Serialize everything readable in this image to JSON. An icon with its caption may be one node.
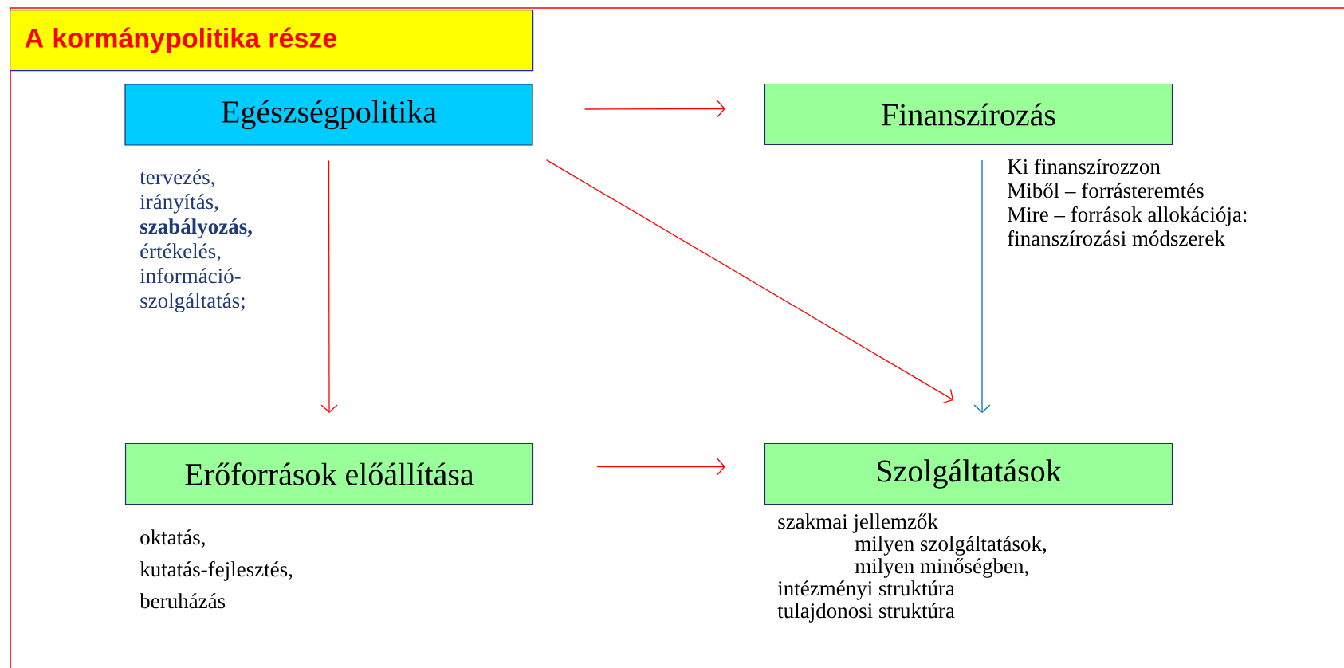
{
  "diagram": {
    "title": "A kormánypolitika része",
    "nodes": [
      {
        "text": [
          "Egészségpolitika"
        ],
        "beside": [
          "tervezés, irányítás, **szabályozás,** értékelés, információ- szolgáltatás;"
        ]
      },
      {
        "text": [
          "Finanszírozás"
        ],
        "beside": [
          "Ki finanszírozzon",
          "Miből – forrásteremtés",
          "Mire – források allokációja:",
          "finanszírozási módszerek"
        ]
      },
      {
        "text": [
          "Erőforrások előállítása"
        ],
        "beside": [
          "oktatás,",
          "kutatás-fejlesztés,",
          "beruházás"
        ]
      },
      {
        "text": [
          "Szolgáltatások"
        ],
        "beside": [
          "szakmai jellemzők",
          "milyen szolgáltatások,",
          "milyen minőségben,",
          "intézményi struktúra",
          "tulajdonosi struktúra"
        ]
      }
    ],
    "edges": [
      {
        "from": 0,
        "to": 1,
        "arrow": "to"
      },
      {
        "from": 0,
        "to": 2,
        "arrow": "to"
      },
      {
        "from": 0,
        "to": 3,
        "arrow": "to"
      },
      {
        "from": 1,
        "to": 3,
        "arrow": "to",
        "color": "#0070c0"
      },
      {
        "from": 2,
        "to": 3,
        "arrow": "to"
      }
    ]
  }
}
